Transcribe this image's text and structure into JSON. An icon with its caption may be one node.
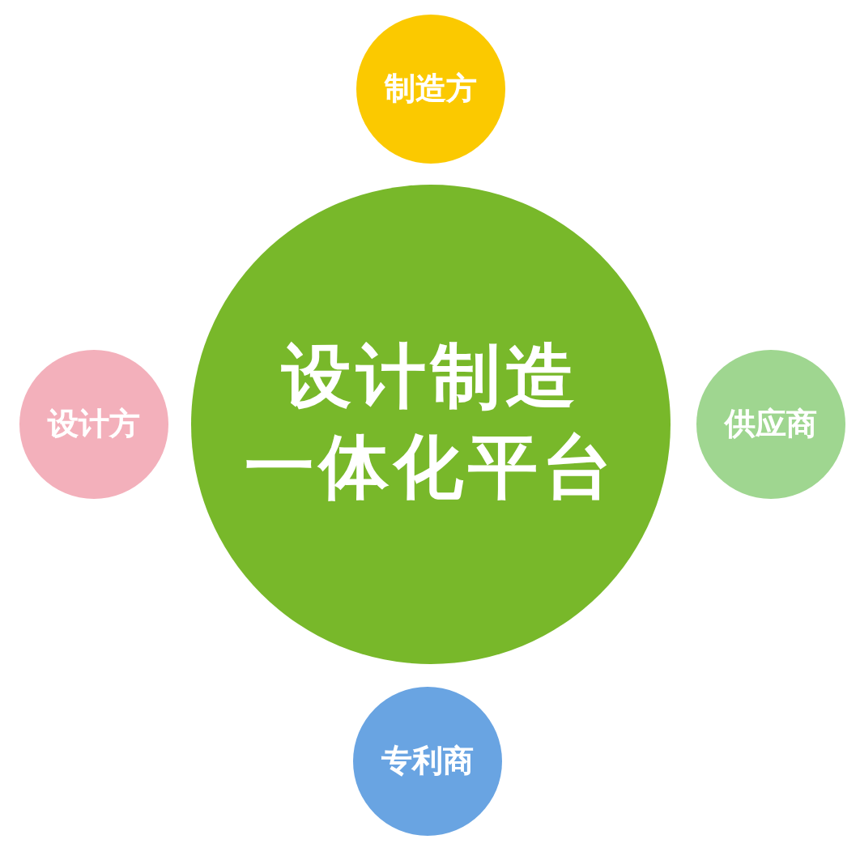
{
  "diagram": {
    "nodes": [
      {
        "text": [
          "制造方"
        ]
      },
      {
        "text": [
          "设计方"
        ]
      },
      {
        "text": [
          "设计制造一体化平台"
        ]
      },
      {
        "text": [
          "供应商"
        ]
      },
      {
        "text": [
          "专利商"
        ]
      }
    ]
  }
}
